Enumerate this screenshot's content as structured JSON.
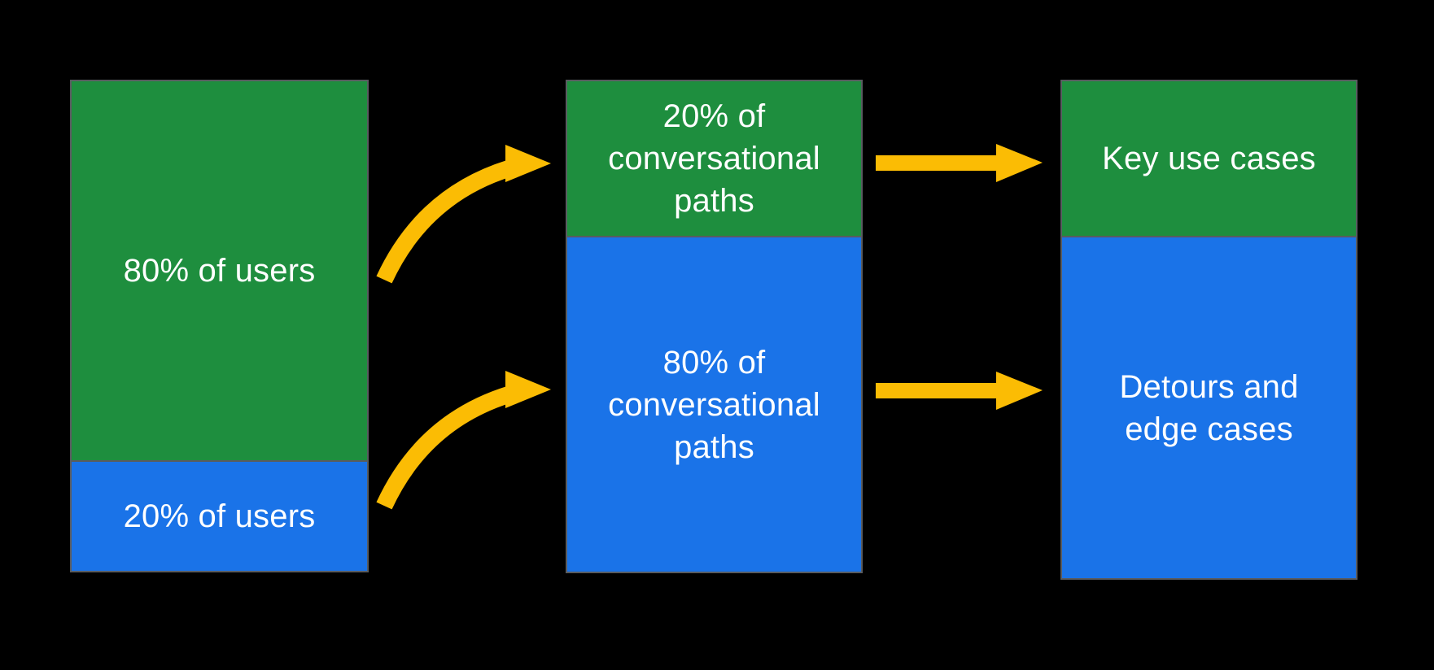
{
  "colors": {
    "background": "#000000",
    "green": "#1e8e3e",
    "blue": "#1a73e8",
    "arrow_yellow": "#fbbc04",
    "outline_gray": "#595c60",
    "text": "#ffffff"
  },
  "diagram": {
    "columns": [
      {
        "name": "users",
        "segments": [
          {
            "label": "80% of users",
            "color": "#1e8e3e"
          },
          {
            "label": "20% of users",
            "color": "#1a73e8"
          }
        ]
      },
      {
        "name": "conversational-paths",
        "segments": [
          {
            "label": "20% of conversational paths",
            "color": "#1e8e3e"
          },
          {
            "label": "80% of conversational paths",
            "color": "#1a73e8"
          }
        ]
      },
      {
        "name": "use-cases",
        "segments": [
          {
            "label": "Key use cases",
            "color": "#1e8e3e"
          },
          {
            "label": "Detours and edge cases",
            "color": "#1a73e8"
          }
        ]
      }
    ],
    "arrows": [
      {
        "name": "curved-arrow-top",
        "style": "curved",
        "from": "80% of users",
        "to": "20% of conversational paths"
      },
      {
        "name": "curved-arrow-bottom",
        "style": "curved",
        "from": "20% of users",
        "to": "80% of conversational paths"
      },
      {
        "name": "straight-arrow-top",
        "style": "straight",
        "from": "20% of conversational paths",
        "to": "Key use cases"
      },
      {
        "name": "straight-arrow-bottom",
        "style": "straight",
        "from": "80% of conversational paths",
        "to": "Detours and edge cases"
      }
    ]
  }
}
